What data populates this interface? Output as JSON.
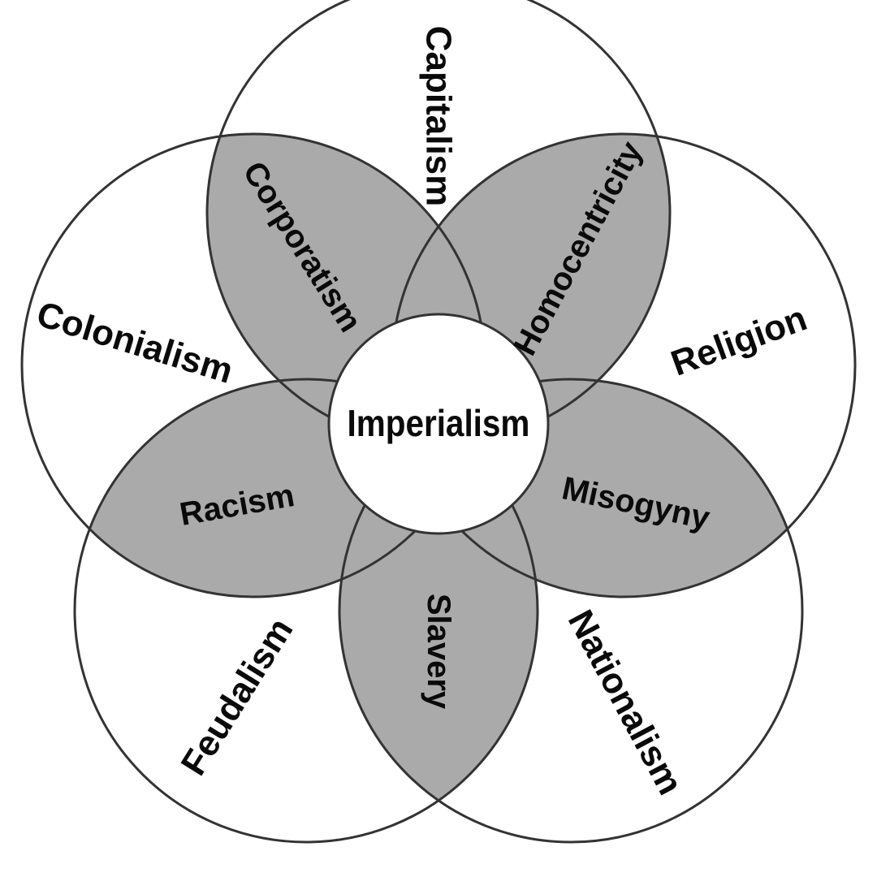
{
  "diagram": {
    "center": "Imperialism",
    "outer": {
      "capitalism": "Capitalism",
      "religion": "Religion",
      "nationalism": "Nationalism",
      "feudalism": "Feudalism",
      "colonialism": "Colonialism"
    },
    "overlaps": {
      "corporatism": "Corporatism",
      "homocentricity": "Homocentricity",
      "misogyny": "Misogyny",
      "slavery": "Slavery",
      "racism": "Racism"
    }
  },
  "colors": {
    "background": "#ffffff",
    "circle_fill": "#ffffff",
    "overlap_fill": "#aaaaaa",
    "stroke": "#333333",
    "text": "#0a0a0a"
  }
}
